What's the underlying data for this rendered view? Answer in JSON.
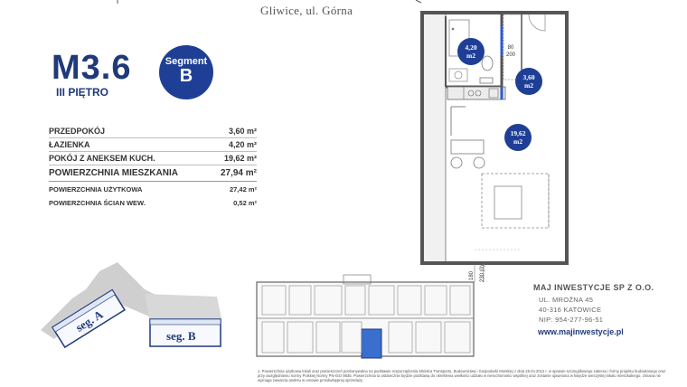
{
  "header": {
    "location": "Gliwice, ul. Górna"
  },
  "unit": {
    "code": "M3.6",
    "floor": "III PIĘTRO",
    "segment_label": "Segment",
    "segment_letter": "B"
  },
  "areas": [
    {
      "name": "PRZEDPOKÓJ",
      "value": "3,60 m²"
    },
    {
      "name": "ŁAZIENKA",
      "value": "4,20 m²"
    },
    {
      "name": "POKÓJ Z ANEKSEM KUCH.",
      "value": "19,62 m²"
    },
    {
      "name": "POWIERZCHNIA MIESZKANIA",
      "value": "27,94 m²",
      "total": true
    },
    {
      "name": "POWIERZCHNIA UŻYTKOWA",
      "value": "27,42 m²"
    },
    {
      "name": "POWIERZCHNIA ŚCIAN WEW.",
      "value": "0,52 m²"
    }
  ],
  "room_badges": [
    {
      "area": "4,20",
      "unit": "m2"
    },
    {
      "area": "3,60",
      "unit": "m2"
    },
    {
      "area": "19,62",
      "unit": "m2"
    }
  ],
  "plan_dims": {
    "d80": "80",
    "d200": "200",
    "d180": "180",
    "d230": "230 (0)"
  },
  "site_plan": {
    "seg_a": "seg. A",
    "seg_b": "seg. B"
  },
  "company": {
    "name": "MAJ INWESTYCJE SP Z O.O.",
    "address1": "UL. MROŹNA 45",
    "address2": "40-316 KATOWICE",
    "nip": "NIP: 954-277-96-51",
    "website": "www.majinwestycje.pl"
  },
  "footnote": "1. Powierzchnia użytkowa lokali oraz pomieszczeń porównywalna na podstawie rozporządzenia Ministra Transportu, Budownictwa i Gospodarki Morskiej z dnia 25.04.2012 r. w sprawie szczegółowego zakresu i formy projektu budowlanego oraz przy uwzględnieniu normy Polskiej Normy PN-ISO 9836. Powierzchnia ta ostatecznie będzie podstawą do określenia wielkości udziału w nieruchomości wspólnej oraz zostanie ujawniona w księdze wieczystej lokalu mieszkalnego, zmiana nie wymaga zawarcia aneksu w umowie przedwstępnej sprzedaży.",
  "colors": {
    "brand": "#1f3a7a",
    "badge": "#1f3f96",
    "highlight": "#3a6fd0"
  }
}
